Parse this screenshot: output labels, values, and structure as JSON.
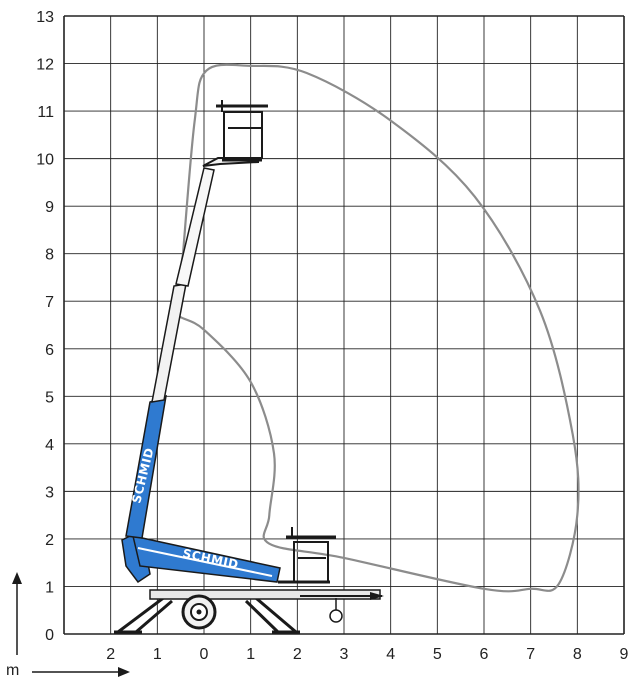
{
  "chart_data": {
    "type": "reach-diagram",
    "x_tick_labels": [
      "2",
      "1",
      "0",
      "1",
      "2",
      "3",
      "4",
      "5",
      "6",
      "7",
      "8",
      "9"
    ],
    "y_tick_labels": [
      "0",
      "1",
      "2",
      "3",
      "4",
      "5",
      "6",
      "7",
      "8",
      "9",
      "10",
      "11",
      "12",
      "13"
    ],
    "x_unit": "m",
    "ylim": [
      0,
      13
    ],
    "grid": true,
    "working_envelope": [
      [
        -0.45,
        8.0
      ],
      [
        -0.2,
        10.8
      ],
      [
        0.05,
        11.85
      ],
      [
        1.0,
        11.95
      ],
      [
        2.2,
        11.8
      ],
      [
        4.0,
        10.8
      ],
      [
        5.8,
        9.2
      ],
      [
        7.2,
        6.8
      ],
      [
        7.9,
        4.2
      ],
      [
        8.0,
        2.5
      ],
      [
        7.6,
        1.05
      ],
      [
        7.0,
        0.95
      ],
      [
        6.0,
        0.95
      ],
      [
        3.0,
        1.6
      ],
      [
        1.4,
        1.9
      ],
      [
        1.4,
        2.5
      ],
      [
        1.5,
        3.8
      ],
      [
        1.0,
        5.3
      ],
      [
        0.0,
        6.4
      ],
      [
        -0.6,
        6.75
      ],
      [
        -0.55,
        7.3
      ],
      [
        -0.45,
        8.0
      ]
    ],
    "envelope_color": "#8c8c8c",
    "boom_color": "#2f7ad0"
  },
  "machine": {
    "brand_upper_boom": "SCHMID",
    "brand_lower_boom": "SCHMID"
  }
}
